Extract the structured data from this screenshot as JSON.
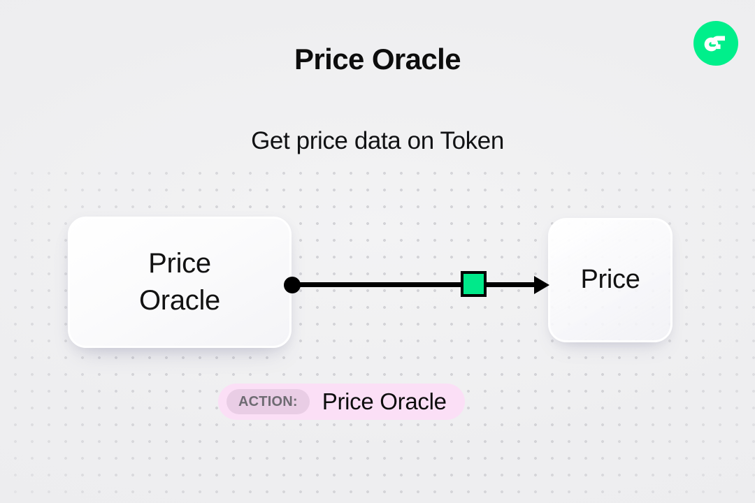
{
  "header": {
    "title": "Price Oracle",
    "subtitle": "Get price data on Token"
  },
  "logo": {
    "name": "flow-logo",
    "background_color": "#00ef8b",
    "mark_color": "#ffffff"
  },
  "diagram": {
    "source_node": {
      "label": "Price\nOracle",
      "background_color": "#ffffff"
    },
    "target_node": {
      "label": "Price",
      "background_color": "#fafafc"
    },
    "connector": {
      "start_marker": "dot",
      "end_marker": "arrow",
      "line_color": "#000000",
      "chip_color": "#00e98a",
      "chip_border_color": "#000000"
    }
  },
  "action_badge": {
    "chip_label": "ACTION:",
    "action_name": "Price Oracle",
    "badge_color": "#fbdff6",
    "chip_color": "#e9cde5"
  },
  "background": {
    "base_color": "#efeff0",
    "dot_color": "#d2d2d6"
  }
}
